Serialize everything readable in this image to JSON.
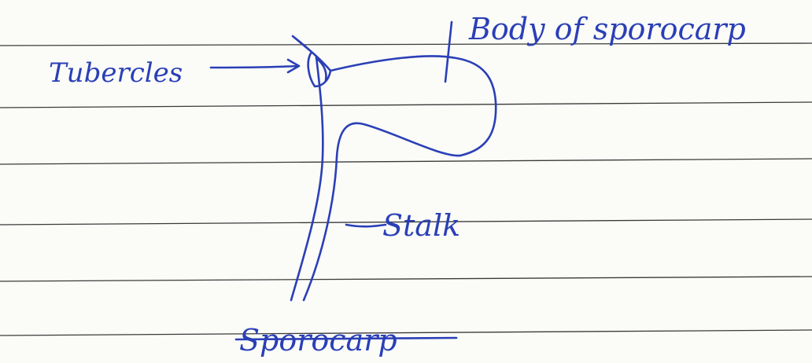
{
  "diagram": {
    "labels": {
      "tubercles": "Tubercles",
      "body": "Body of sporocarp",
      "stalk": "Stalk",
      "caption": "Sporocarp"
    },
    "ink_color": "#2a3fb6",
    "rule_color": "#3a3a3a"
  }
}
